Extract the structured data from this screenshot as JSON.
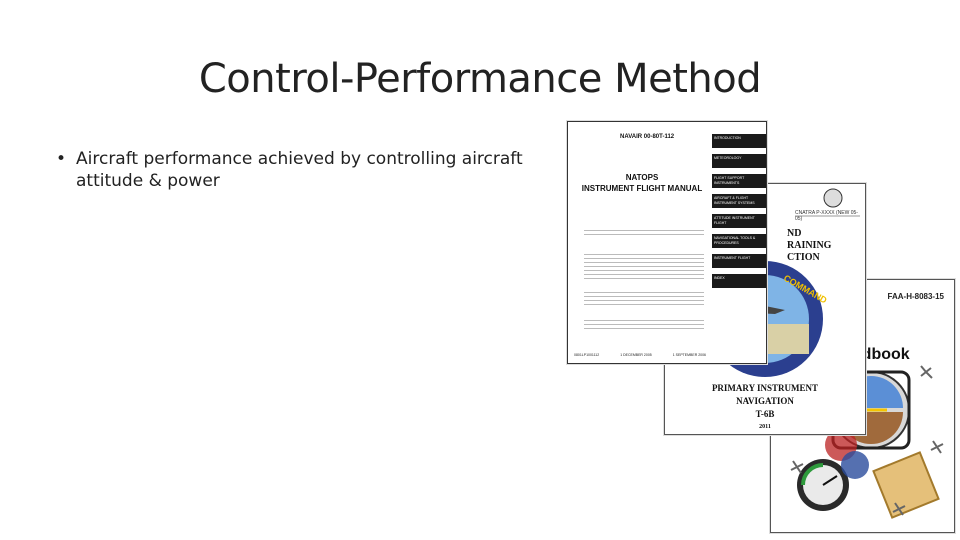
{
  "slide": {
    "title": "Control-Performance Method",
    "bullets": [
      "Aircraft performance achieved by controlling aircraft attitude & power"
    ]
  },
  "documents": {
    "faa": {
      "code": "FAA-H-8083-15",
      "title_line1": "ent",
      "title_line2": "andbook"
    },
    "pin": {
      "code": "CNATRA P-XXXX (NEW 05-05)",
      "partial_line1": "ND",
      "partial_line2": "RAINING",
      "partial_line3": "CTION",
      "title_line1": "PRIMARY INSTRUMENT",
      "title_line2": "NAVIGATION",
      "title_line3": "T-6B",
      "title_line4": "2011"
    },
    "natops": {
      "code": "NAVAIR 00-80T-112",
      "title_line1": "NATOPS",
      "title_line2": "INSTRUMENT FLIGHT MANUAL",
      "tabs": [
        "INTRODUCTION",
        "METEOROLOGY",
        "FLIGHT SUPPORT INSTRUMENTS",
        "AIRCRAFT & FLIGHT INSTRUMENT SYSTEMS",
        "ATTITUDE INSTRUMENT FLIGHT",
        "NAVIGATIONAL TOOLS & PROCEDURES",
        "INSTRUMENT FLIGHT",
        "INDEX"
      ],
      "foot_left": "0801LP1001112",
      "foot_mid": "1 DECEMBER 2005",
      "foot_right": "1 SEPTEMBER 2006"
    }
  }
}
